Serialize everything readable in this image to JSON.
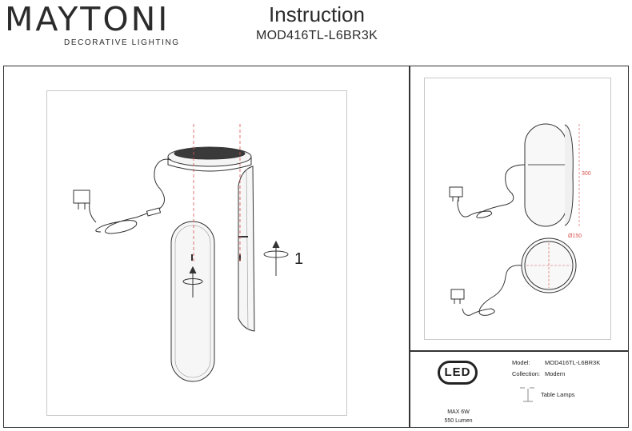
{
  "brand": {
    "name": "MAYTONI",
    "tagline": "DECORATIVE LIGHTING"
  },
  "header": {
    "title": "Instruction",
    "model": "MOD416TL-L6BR3K"
  },
  "step": {
    "number": "1"
  },
  "dimensions": {
    "height": "300",
    "diameter": "Ø150"
  },
  "led": {
    "badge": "LED",
    "power": "MAX 6W",
    "lumen": "550 Lumen"
  },
  "specs": {
    "model_label": "Model:",
    "model_value": "MOD416TL-L6BR3K",
    "collection_label": "Collection:",
    "collection_value": "Modern",
    "type_label": "Table Lamps"
  },
  "colors": {
    "accent_dashed": "#d9534f",
    "line": "#333333",
    "frame": "#c9c9c9"
  }
}
